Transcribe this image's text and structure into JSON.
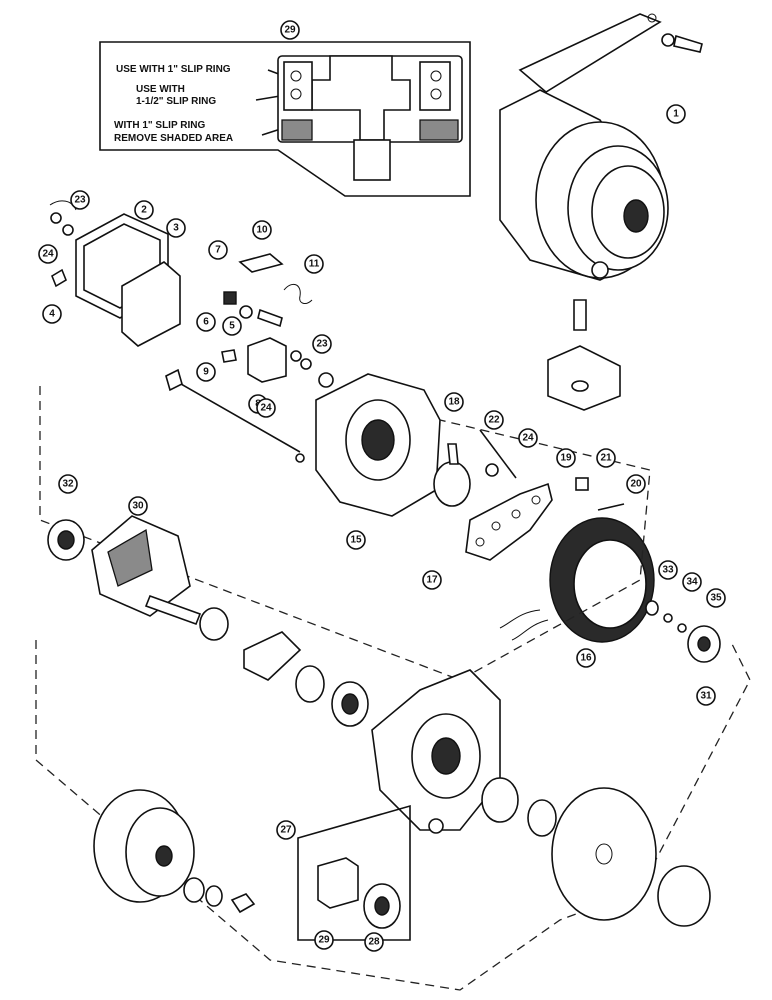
{
  "inset_labels": {
    "one_inch": "USE WITH 1\" SLIP RING",
    "use_with": "USE WITH",
    "one_half_inch": "1-1/2\" SLIP RING",
    "with_one_inch": "WITH 1\" SLIP RING",
    "remove_shaded": "REMOVE SHADED AREA"
  },
  "callouts": {
    "c1": "1",
    "c2": "2",
    "c3": "3",
    "c4": "4",
    "c5": "5",
    "c6": "6",
    "c7": "7",
    "c8": "8",
    "c9": "9",
    "c10": "10",
    "c11": "11",
    "c15": "15",
    "c16": "16",
    "c17": "17",
    "c18": "18",
    "c19": "19",
    "c20": "20",
    "c21": "21",
    "c22": "22",
    "c23a": "23",
    "c23b": "23",
    "c24a": "24",
    "c24b": "24",
    "c24c": "24",
    "c27": "27",
    "c28": "28",
    "c29a": "29",
    "c29b": "29",
    "c30": "30",
    "c31": "31",
    "c32": "32",
    "c33": "33",
    "c34": "34",
    "c35": "35"
  }
}
